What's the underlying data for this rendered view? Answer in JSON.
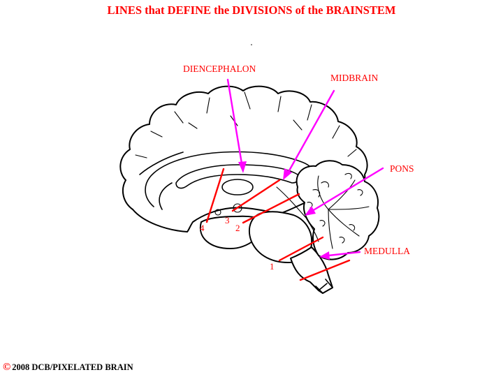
{
  "title": "LINES that DEFINE the DIVISIONS of the BRAINSTEM",
  "labels": {
    "diencephalon": "DIENCEPHALON",
    "midbrain": "MIDBRAIN",
    "pons": "PONS",
    "medulla": "MEDULLA"
  },
  "line_numbers": [
    "1",
    "2",
    "3",
    "4"
  ],
  "footer": {
    "symbol": "©",
    "text": "2008  DCB/PIXELATED BRAIN"
  },
  "colors": {
    "label_red": "#ff0000",
    "arrow_magenta": "#ff00ff",
    "outline": "#000000"
  }
}
